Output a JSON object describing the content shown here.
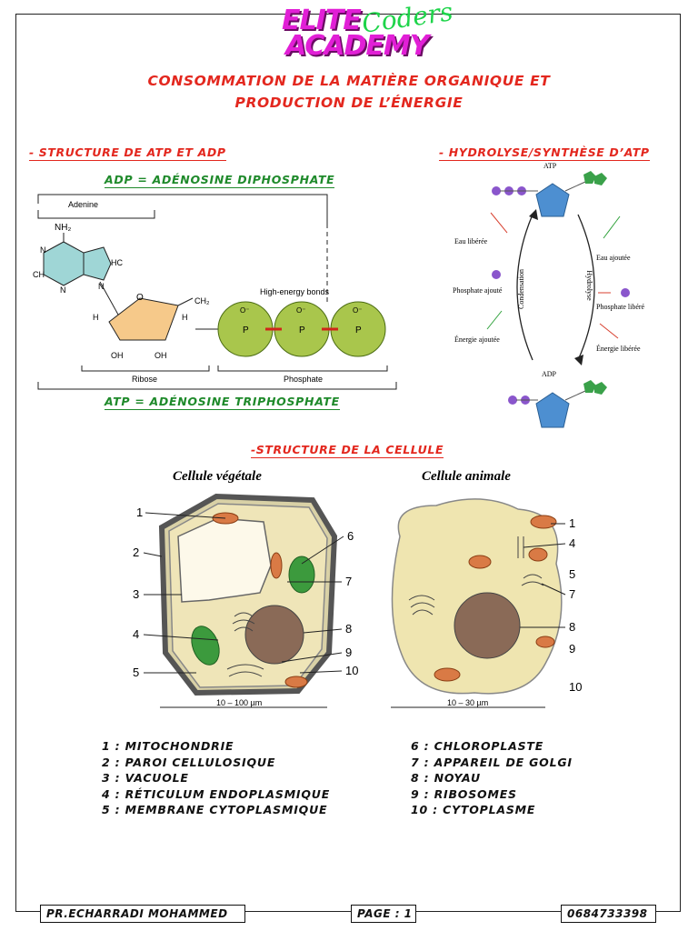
{
  "logo": {
    "word1": "ELITE",
    "word2": "Coders",
    "word3": "ACADEMY"
  },
  "title": {
    "line1": "CONSOMMATION DE LA MATIÈRE ORGANIQUE ET",
    "line2": "PRODUCTION DE L’ÉNERGIE"
  },
  "atp_section": {
    "heading": "- STRUCTURE DE ATP ET ADP",
    "adp_label": "ADP  = ADÉNOSINE DIPHOSPHATE",
    "atp_label": "ATP = ADÉNOSINE TRIPHOSPHATE",
    "adenine": "Adenine",
    "nh2": "NH₂",
    "high_energy": "High-energy bonds",
    "ribose": "Ribose",
    "phosphate": "Phosphate",
    "ring_atoms": {
      "n": "N",
      "c": "C",
      "ch": "CH",
      "hc": "HC",
      "h": "H",
      "oh": "OH",
      "ch2": "CH₂",
      "o": "O",
      "p": "P",
      "ominus": "O⁻"
    }
  },
  "hydrolysis": {
    "heading": "- HYDROLYSE/SYNTHÈSE D’ATP",
    "atp": "ATP",
    "adp": "ADP",
    "eau_liberee": "Eau libérée",
    "phosphate_ajoute": "Phosphate ajouté",
    "energie_ajoutee": "Énergie ajoutée",
    "condensation": "Condensation",
    "hydrolyse": "Hydrolyse",
    "eau_ajoutee": "Eau ajoutée",
    "phosphate_libere": "Phosphate libéré",
    "energie_liberee": "Énergie libérée"
  },
  "cell_section": {
    "heading": "-STRUCTURE DE LA CELLULE",
    "plant_title": "Cellule végétale",
    "animal_title": "Cellule animale",
    "plant_scale": "10 – 100 µm",
    "animal_scale": "10 – 30 µm",
    "plant_numbers": [
      "1",
      "2",
      "3",
      "4",
      "5",
      "6",
      "7",
      "8",
      "9",
      "10"
    ],
    "animal_numbers": [
      "1",
      "4",
      "5",
      "7",
      "8",
      "9",
      "10"
    ]
  },
  "legend_left": [
    "1 : MITOCHONDRIE",
    "2 : PAROI CELLULOSIQUE",
    "3 : VACUOLE",
    "4 : RÉTICULUM ENDOPLASMIQUE",
    "5 : MEMBRANE CYTOPLASMIQUE"
  ],
  "legend_right": [
    "6 : CHLOROPLASTE",
    "7 : APPAREIL DE GOLGI",
    "8 : NOYAU",
    "9 : RIBOSOMES",
    "10 : CYTOPLASME"
  ],
  "footer": {
    "author": "PR.ECHARRADI MOHAMMED",
    "page": "PAGE : 1",
    "phone": "0684733398"
  },
  "colors": {
    "title_red": "#e3271e",
    "green": "#1f8a2b",
    "logo_magenta": "#e11fd6",
    "logo_green": "#1ed44a"
  }
}
